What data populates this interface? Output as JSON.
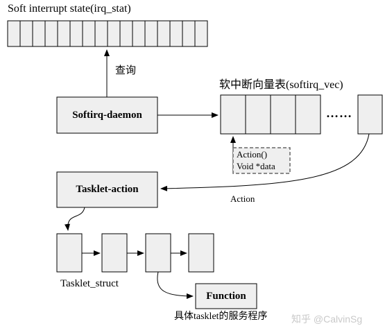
{
  "irq_stat": {
    "title": "Soft interrupt state(irq_stat)"
  },
  "query_label": "查询",
  "softirq_vec": {
    "title": "软中断向量表(softirq_vec)",
    "ellipsis": "……"
  },
  "daemon": {
    "label": "Softirq-daemon"
  },
  "action_box": {
    "line1": "Action()",
    "line2": "Void *data"
  },
  "tasklet_action": {
    "label": "Tasklet-action"
  },
  "action_label": "Action",
  "tasklet_struct_label": "Tasklet_struct",
  "function_box": {
    "label": "Function"
  },
  "function_caption": "具体tasklet的服务程序",
  "watermark": "知乎 @CalvinSg",
  "colors": {
    "box_fill": "#efefef",
    "stroke": "#000000",
    "dash": "#666666"
  }
}
